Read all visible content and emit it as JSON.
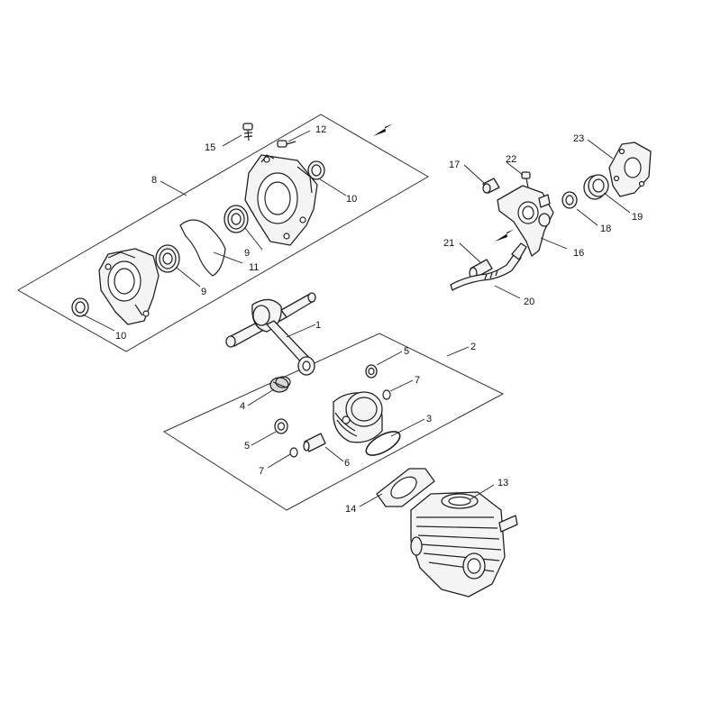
{
  "diagram": {
    "callouts": [
      {
        "id": "c1",
        "text": "1"
      },
      {
        "id": "c2",
        "text": "2"
      },
      {
        "id": "c3",
        "text": "3"
      },
      {
        "id": "c4",
        "text": "4"
      },
      {
        "id": "c5a",
        "text": "5"
      },
      {
        "id": "c5b",
        "text": "5"
      },
      {
        "id": "c6",
        "text": "6"
      },
      {
        "id": "c7a",
        "text": "7"
      },
      {
        "id": "c7b",
        "text": "7"
      },
      {
        "id": "c8",
        "text": "8"
      },
      {
        "id": "c9a",
        "text": "9"
      },
      {
        "id": "c9b",
        "text": "9"
      },
      {
        "id": "c10a",
        "text": "10"
      },
      {
        "id": "c10b",
        "text": "10"
      },
      {
        "id": "c11",
        "text": "11"
      },
      {
        "id": "c12",
        "text": "12"
      },
      {
        "id": "c13",
        "text": "13"
      },
      {
        "id": "c14",
        "text": "14"
      },
      {
        "id": "c15",
        "text": "15"
      },
      {
        "id": "c16",
        "text": "16"
      },
      {
        "id": "c17",
        "text": "17"
      },
      {
        "id": "c18",
        "text": "18"
      },
      {
        "id": "c19",
        "text": "19"
      },
      {
        "id": "c20",
        "text": "20"
      },
      {
        "id": "c21",
        "text": "21"
      },
      {
        "id": "c22",
        "text": "22"
      },
      {
        "id": "c23",
        "text": "23"
      }
    ]
  }
}
